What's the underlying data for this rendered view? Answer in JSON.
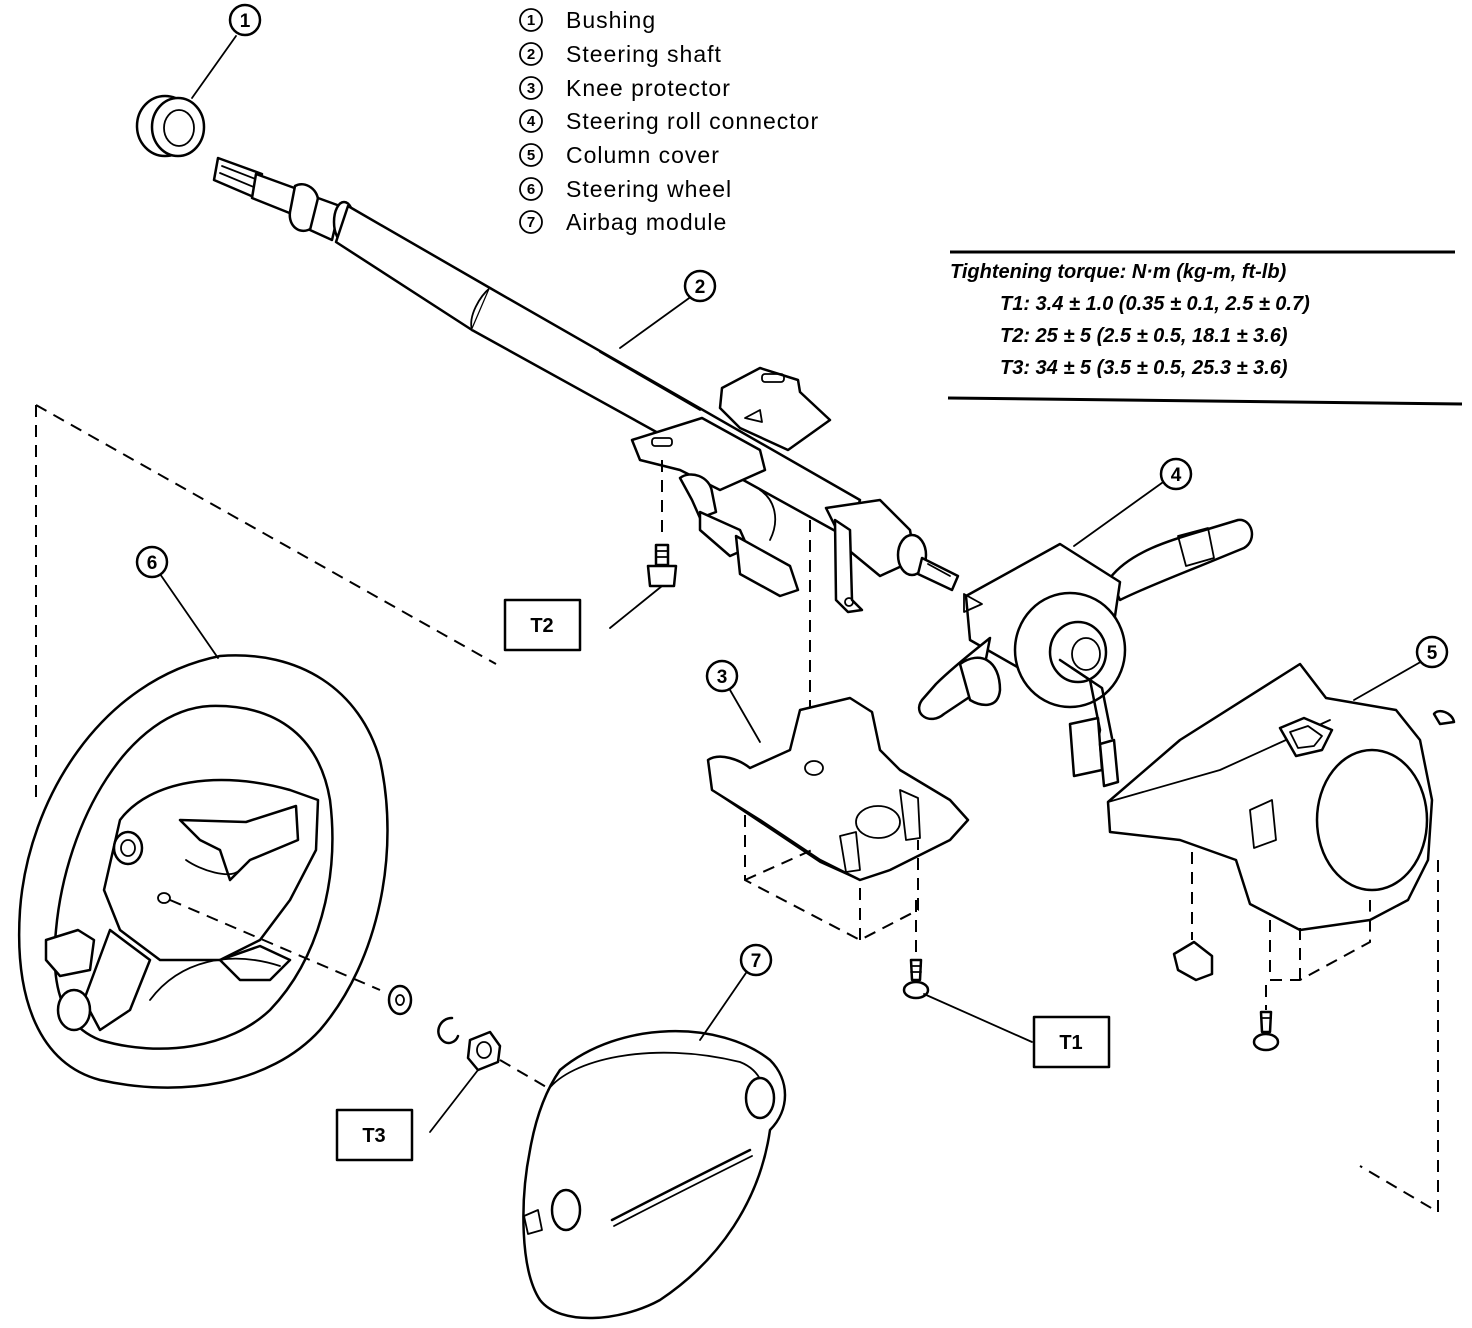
{
  "legend": [
    {
      "num": "1",
      "label": "Bushing"
    },
    {
      "num": "2",
      "label": "Steering shaft"
    },
    {
      "num": "3",
      "label": "Knee protector"
    },
    {
      "num": "4",
      "label": "Steering roll connector"
    },
    {
      "num": "5",
      "label": "Column cover"
    },
    {
      "num": "6",
      "label": "Steering wheel"
    },
    {
      "num": "7",
      "label": "Airbag module"
    }
  ],
  "torque": {
    "heading": "Tightening torque: N·m (kg-m, ft-lb)",
    "lines": [
      "T1: 3.4 ± 1.0 (0.35 ± 0.1, 2.5 ± 0.7)",
      "T2: 25 ± 5 (2.5 ± 0.5, 18.1 ± 3.6)",
      "T3: 34 ± 5 (3.5 ± 0.5, 25.3 ± 3.6)"
    ]
  },
  "callouts": {
    "bushing": "1",
    "shaft": "2",
    "knee": "3",
    "roll": "4",
    "cover": "5",
    "wheel": "6",
    "airbag": "7"
  },
  "torque_labels": {
    "t1": "T1",
    "t2": "T2",
    "t3": "T3"
  }
}
